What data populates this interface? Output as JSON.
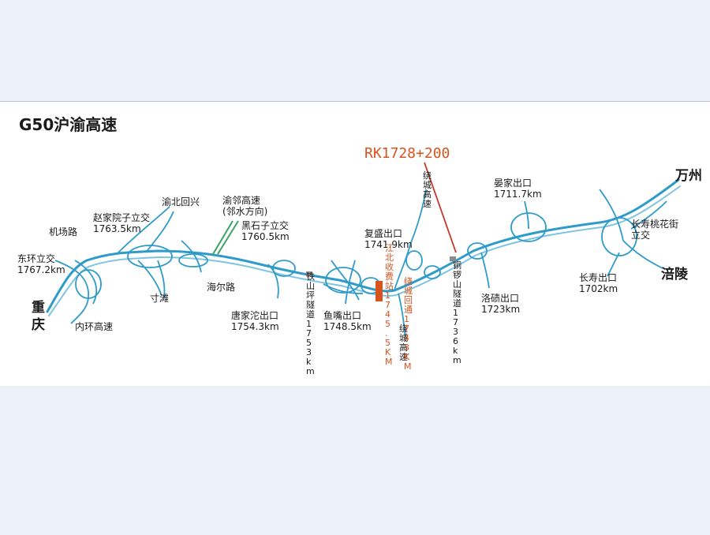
{
  "title": "G50沪渝高速",
  "marker": "RK1728+200",
  "colors": {
    "road": "#2f9bc9",
    "road_light": "#7fc4e0",
    "branch": "#3aa35f",
    "accent": "#d9531e",
    "background": "#edf2fa",
    "panel": "#ffffff"
  },
  "labels": {
    "chongqing": "重\n庆",
    "dongshu": "东环立交\n1767.2km",
    "jichang": "机场路",
    "zhaojia": "赵家院子立交\n1763.5km",
    "yubei": "渝北回兴",
    "yulin": "渝邻高速\n(邻水方向)",
    "heishizi": "黑石子立交\n1760.5km",
    "haier": "海尔路",
    "neihuan": "内环高速",
    "cuntan": "寸滩",
    "tangjiatuo": "唐家沱出口\n1754.3km",
    "tieshanping": "铁山坪隧道1753km",
    "yuzui": "鱼嘴出口\n1748.5km",
    "jiangbei": "江北收费站1745.5KM",
    "fusheng": "复盛出口\n1741.9km",
    "raochengA": "绕城高速",
    "raochengB": "绕城高速",
    "fanchenghuitong": "绕城回通\n1743KM",
    "tongshan": "铜锣山隧道1736km",
    "yanjia": "晏家出口\n1711.7km",
    "luoqi": "洛碛出口\n1723km",
    "wanzhou": "万州",
    "changshou": "长寿出口\n1702km",
    "changshoulh": "长寿桃花街\n立交",
    "fuling": "涪陵"
  }
}
